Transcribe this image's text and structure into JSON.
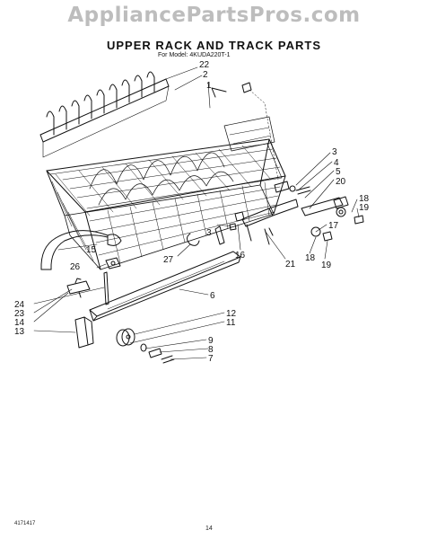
{
  "watermark": "AppliancePartsPros.com",
  "title": "UPPER RACK AND TRACK PARTS",
  "subtitle": "For Model: 4KUDA220T-1",
  "footer": {
    "code": "4171417",
    "page": "14"
  },
  "callouts": [
    {
      "id": "c22",
      "text": "22"
    },
    {
      "id": "c2",
      "text": "2"
    },
    {
      "id": "c1",
      "text": "1"
    },
    {
      "id": "c3a",
      "text": "3"
    },
    {
      "id": "c4",
      "text": "4"
    },
    {
      "id": "c5",
      "text": "5"
    },
    {
      "id": "c20",
      "text": "20"
    },
    {
      "id": "c18a",
      "text": "18"
    },
    {
      "id": "c19a",
      "text": "19"
    },
    {
      "id": "c3b",
      "text": "3"
    },
    {
      "id": "c17",
      "text": "17"
    },
    {
      "id": "c16",
      "text": "16"
    },
    {
      "id": "c21",
      "text": "21"
    },
    {
      "id": "c18b",
      "text": "18"
    },
    {
      "id": "c19b",
      "text": "19"
    },
    {
      "id": "c15",
      "text": "15"
    },
    {
      "id": "c26",
      "text": "26"
    },
    {
      "id": "c27",
      "text": "27"
    },
    {
      "id": "c6",
      "text": "6"
    },
    {
      "id": "c24",
      "text": "24"
    },
    {
      "id": "c23",
      "text": "23"
    },
    {
      "id": "c14",
      "text": "14"
    },
    {
      "id": "c13",
      "text": "13"
    },
    {
      "id": "c12",
      "text": "12"
    },
    {
      "id": "c11",
      "text": "11"
    },
    {
      "id": "c9",
      "text": "9"
    },
    {
      "id": "c8",
      "text": "8"
    },
    {
      "id": "c7",
      "text": "7"
    }
  ]
}
